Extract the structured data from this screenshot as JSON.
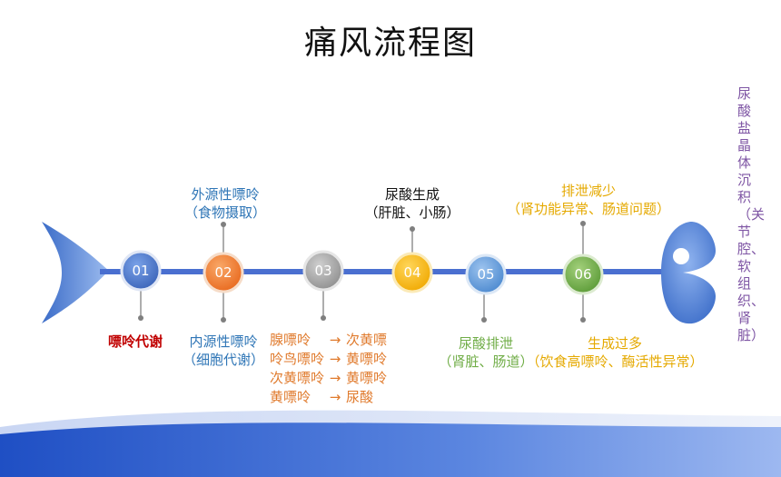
{
  "title": "痛风流程图",
  "nodes": [
    {
      "num": "01",
      "color": "#4a78c8"
    },
    {
      "num": "02",
      "color": "#f07f2e"
    },
    {
      "num": "03",
      "color": "#a6a6a6"
    },
    {
      "num": "04",
      "color": "#ffc000"
    },
    {
      "num": "05",
      "color": "#5b9bd5"
    },
    {
      "num": "06",
      "color": "#70ad47"
    }
  ],
  "labels": {
    "n01_below": "嘌呤代谢",
    "n02_above_1": "外源性嘌呤",
    "n02_above_2": "（食物摄取）",
    "n02_below_1": "内源性嘌呤",
    "n02_below_2": "（细胞代谢）",
    "n03_below": [
      {
        "from": "腺嘌呤",
        "arrow": "→",
        "to": "次黄嘌"
      },
      {
        "from": "呤鸟嘌呤",
        "arrow": "→",
        "to": "黄嘌呤"
      },
      {
        "from": "次黄嘌呤",
        "arrow": "→",
        "to": "黄嘌呤"
      },
      {
        "from": "黄嘌呤",
        "arrow": "→",
        "to": "尿酸"
      }
    ],
    "n04_above_1": "尿酸生成",
    "n04_above_2": "（肝脏、小肠）",
    "n05_below_1": "尿酸排泄",
    "n05_below_2": "（肾脏、肠道）",
    "n06_above_1": "排泄减少",
    "n06_above_2": "（肾功能异常、肠道问题）",
    "n06_below_1": "生成过多",
    "n06_below_2": "（饮食高嘌呤、酶活性异常）",
    "result": "尿酸盐晶体沉积（关节腔、软组织、肾脏）"
  },
  "colors": {
    "spine": "#4a6fd0",
    "fish": "#4a7ed4",
    "red_label": "#c00000",
    "blue_label": "#2e75b6",
    "orange_label": "#e07a2c",
    "black_label": "#111111",
    "green_label": "#70ad47",
    "yellow_label": "#e5a900",
    "purple_label": "#7e55a4"
  }
}
